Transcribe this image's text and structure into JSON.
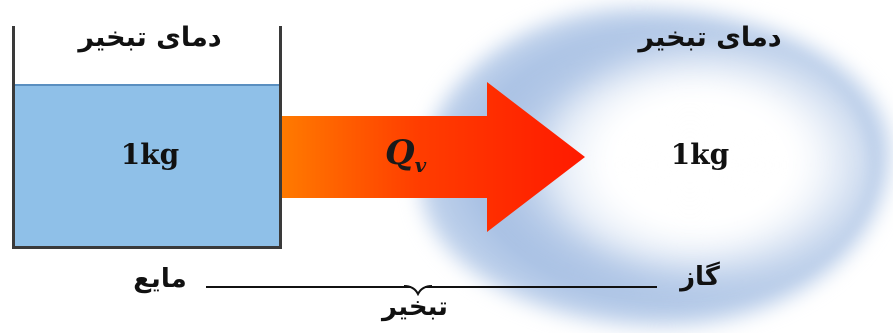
{
  "liquid_side": {
    "temperature_label": "دمای تبخیر",
    "mass": "1kg",
    "state_label": "مایع"
  },
  "gas_side": {
    "temperature_label": "دمای تبخیر",
    "mass": "1kg",
    "state_label": "گاز"
  },
  "heat_arrow": {
    "symbol": "Q",
    "subscript": "v"
  },
  "process_label": "تبخیر",
  "colors": {
    "liquid": "#8fc0e8",
    "gas_cloud": "#9bb7e0",
    "arrow_start": "#ff7a00",
    "arrow_end": "#ff1a00"
  }
}
